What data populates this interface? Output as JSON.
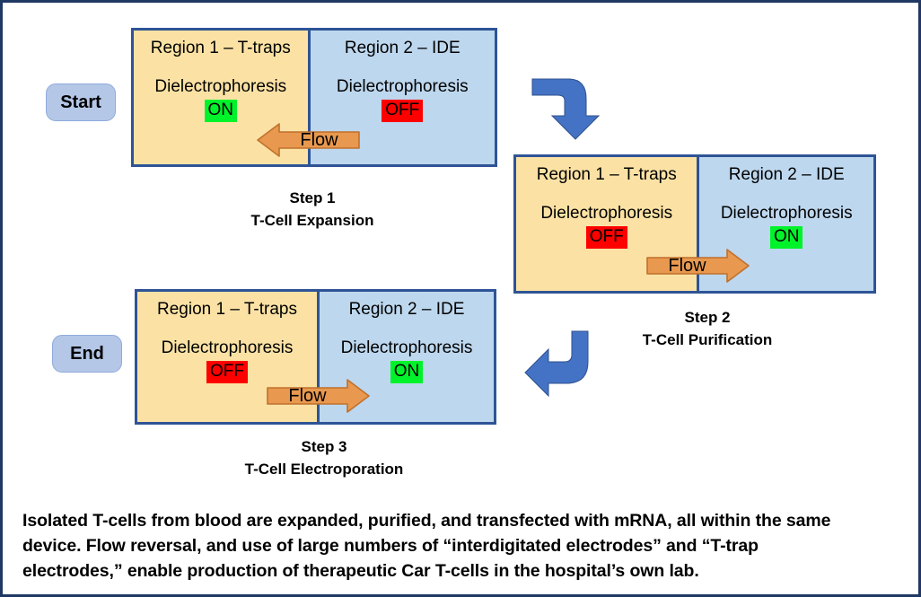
{
  "frame": {
    "border_color": "#1f3864",
    "background": "#ffffff"
  },
  "palette": {
    "region_left_fill": "#fbe2a4",
    "region_right_fill": "#bdd7ee",
    "device_border": "#2e5496",
    "on_badge": "#00f32a",
    "off_badge": "#fe0000",
    "flow_arrow": "#e8994f",
    "flow_arrow_border": "#c0702c",
    "connector_arrow": "#4472c4",
    "pill_fill": "#b4c7e7"
  },
  "labels": {
    "region_left_title": "Region 1 – T-traps",
    "region_right_title": "Region 2 – IDE",
    "dielectrophoresis": "Dielectrophoresis",
    "on": "ON",
    "off": "OFF",
    "flow": "Flow"
  },
  "markers": {
    "start": "Start",
    "end": "End"
  },
  "steps": [
    {
      "id": "step1",
      "title": "Step 1",
      "subtitle": "T-Cell Expansion",
      "left_state": "ON",
      "right_state": "OFF",
      "flow_direction": "left"
    },
    {
      "id": "step2",
      "title": "Step 2",
      "subtitle": "T-Cell Purification",
      "left_state": "OFF",
      "right_state": "ON",
      "flow_direction": "right"
    },
    {
      "id": "step3",
      "title": "Step 3",
      "subtitle": "T-Cell Electroporation",
      "left_state": "OFF",
      "right_state": "ON",
      "flow_direction": "right"
    }
  ],
  "caption": {
    "line1": "Isolated T-cells from blood are expanded, purified, and transfected with mRNA, all within the same",
    "line2": "device. Flow reversal, and use of large numbers of “interdigitated electrodes” and “T-trap",
    "line3": "electrodes,” enable production of therapeutic Car T-cells in the hospital’s own lab."
  }
}
